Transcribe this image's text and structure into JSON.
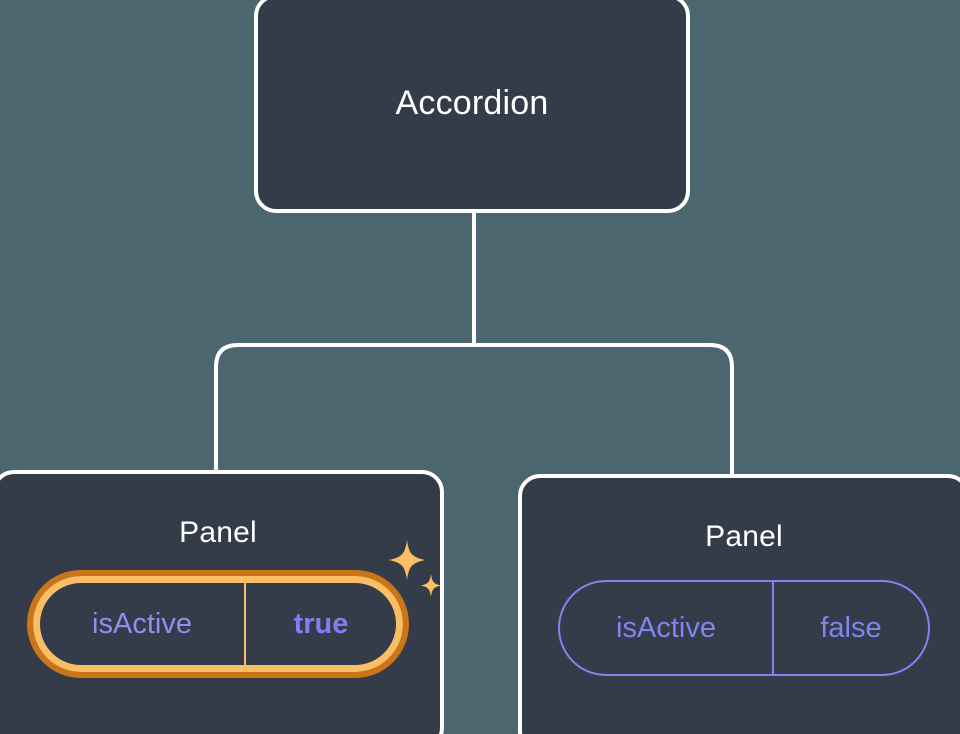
{
  "diagram": {
    "type": "component-tree",
    "background_color": "#4c6670",
    "node_fill_color": "#343b49",
    "node_border_color": "#ffffff",
    "accent_highlight_color": "#fbbe64",
    "accent_glow_color": "#cb7519",
    "prop_text_color": "#8183ee",
    "root": {
      "title": "Accordion"
    },
    "children": [
      {
        "title": "Panel",
        "highlighted": true,
        "prop_key": "isActive",
        "prop_value": "true",
        "sparkle_large": "sparkle-icon",
        "sparkle_small": "sparkle-icon"
      },
      {
        "title": "Panel",
        "highlighted": false,
        "prop_key": "isActive",
        "prop_value": "false"
      }
    ]
  }
}
